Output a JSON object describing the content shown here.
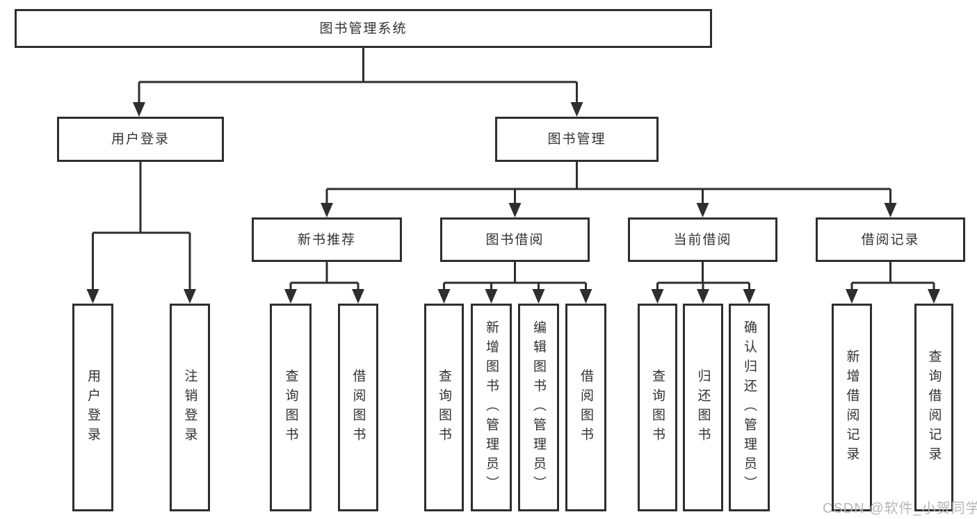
{
  "diagram": {
    "watermark": "CSDN @软件_小贺同学"
  },
  "nodes": {
    "system": {
      "label": "图书管理系统"
    },
    "user_login": {
      "label": "用户登录"
    },
    "book_mgmt": {
      "label": "图书管理"
    },
    "new_book": {
      "label": "新书推荐"
    },
    "book_borrow": {
      "label": "图书借阅"
    },
    "current_borrow": {
      "label": "当前借阅"
    },
    "borrow_record": {
      "label": "借阅记录"
    },
    "leaf_user_login": {
      "label": "用户登录"
    },
    "leaf_logout": {
      "label": "注销登录"
    },
    "leaf_query_book_1": {
      "label": "查询图书"
    },
    "leaf_borrow_book_1": {
      "label": "借阅图书"
    },
    "leaf_query_book_2": {
      "label": "查询图书"
    },
    "leaf_add_book": {
      "label": "新增图书（管理员）"
    },
    "leaf_edit_book": {
      "label": "编辑图书（管理员）"
    },
    "leaf_borrow_book_2": {
      "label": "借阅图书"
    },
    "leaf_query_book_3": {
      "label": "查询图书"
    },
    "leaf_return_book": {
      "label": "归还图书"
    },
    "leaf_confirm_return": {
      "label": "确认归还（管理员）"
    },
    "leaf_add_record": {
      "label": "新增借阅记录"
    },
    "leaf_query_record": {
      "label": "查询借阅记录"
    }
  },
  "hierarchy": {
    "root": "图书管理系统",
    "children": [
      {
        "label": "用户登录",
        "children": [
          "用户登录",
          "注销登录"
        ]
      },
      {
        "label": "图书管理",
        "children": [
          {
            "label": "新书推荐",
            "children": [
              "查询图书",
              "借阅图书"
            ]
          },
          {
            "label": "图书借阅",
            "children": [
              "查询图书",
              "新增图书（管理员）",
              "编辑图书（管理员）",
              "借阅图书"
            ]
          },
          {
            "label": "当前借阅",
            "children": [
              "查询图书",
              "归还图书",
              "确认归还（管理员）"
            ]
          },
          {
            "label": "借阅记录",
            "children": [
              "新增借阅记录",
              "查询借阅记录"
            ]
          }
        ]
      }
    ]
  }
}
